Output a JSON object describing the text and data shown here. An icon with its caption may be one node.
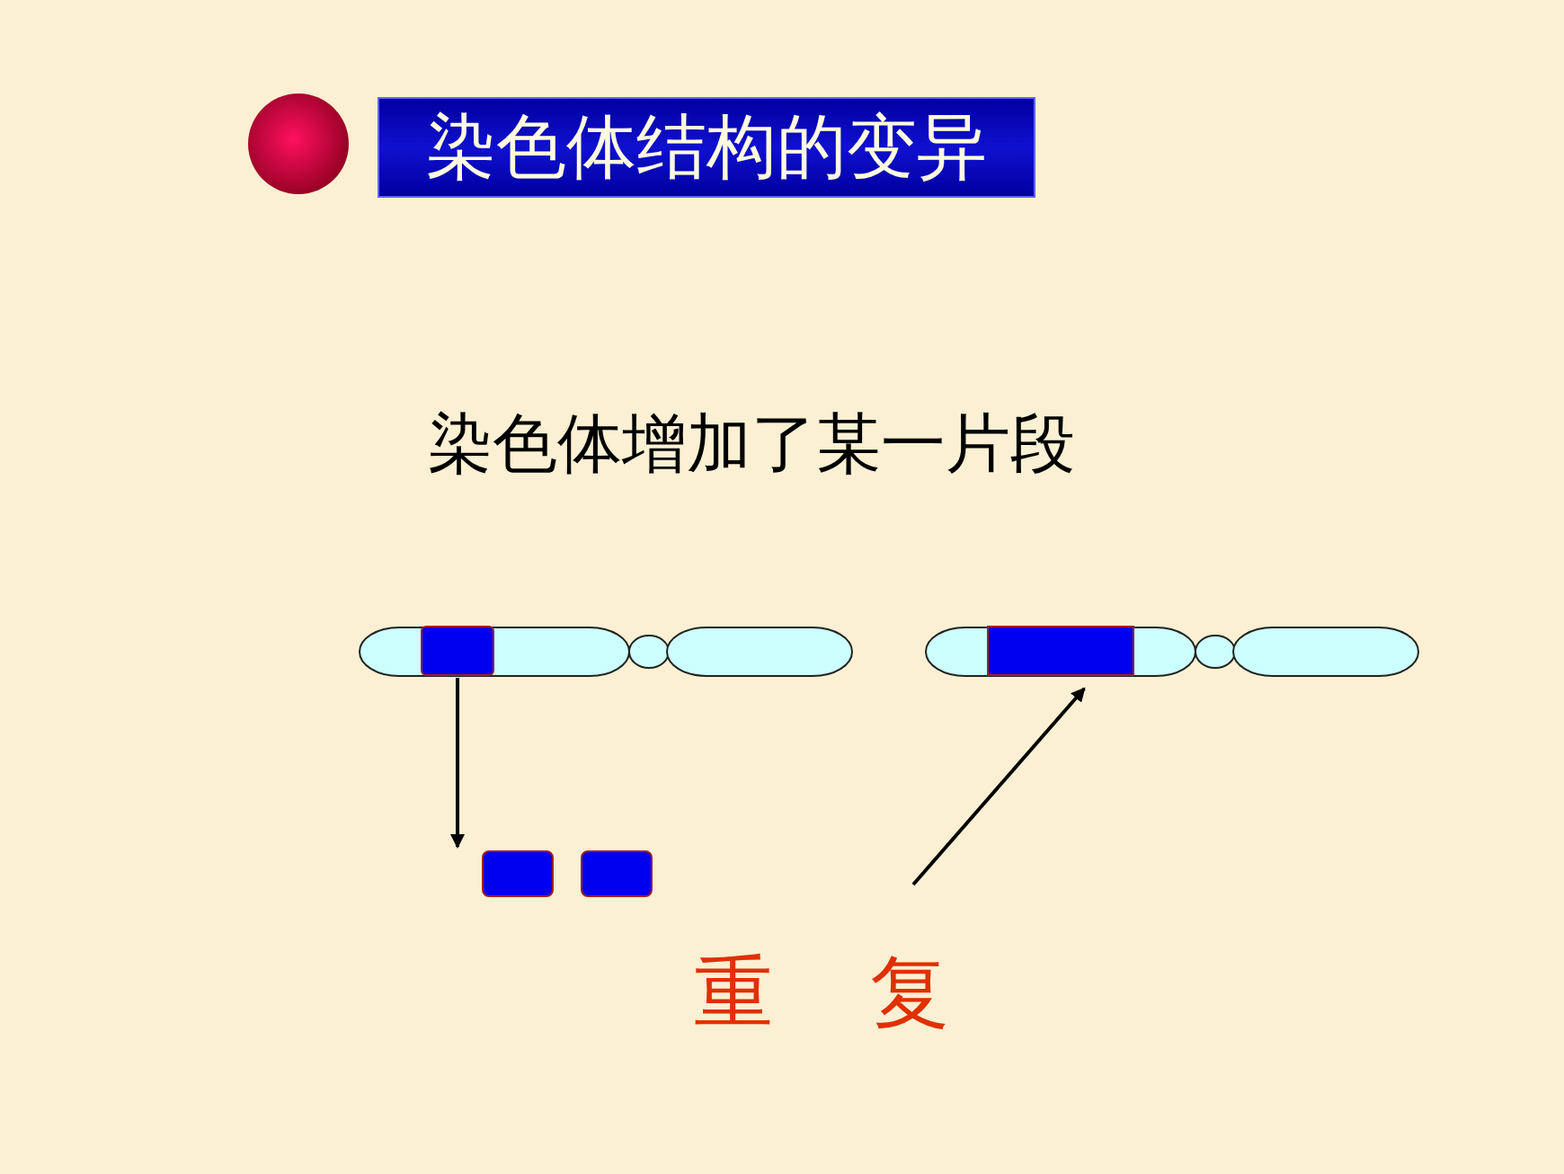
{
  "diagram": {
    "title": "染色体结构的变异",
    "nodes": [
      {
        "text": [],
        "shape": "box"
      },
      {
        "text": [],
        "shape": "box"
      },
      {
        "text": [],
        "shape": "box"
      },
      {
        "text": [],
        "shape": "box"
      }
    ],
    "edges": [
      {
        "from": 0,
        "to": 1,
        "arrow": "to"
      },
      {
        "from": null,
        "to": 3,
        "arrow": "to"
      }
    ],
    "labels": [
      "染色体增加了某一片段",
      "重 复"
    ]
  }
}
